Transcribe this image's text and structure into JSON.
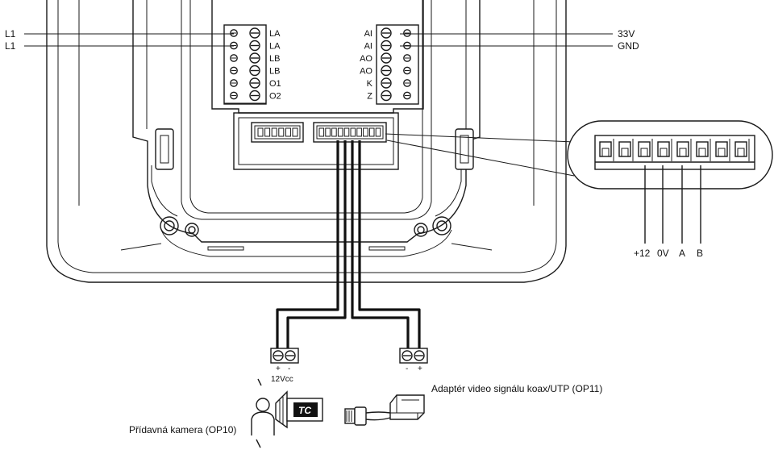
{
  "diagram": {
    "left_block": {
      "wires": [
        "L1",
        "L1"
      ],
      "terminals": [
        "LA",
        "LA",
        "LB",
        "LB",
        "O1",
        "O2"
      ]
    },
    "right_block": {
      "terminals": [
        "AI",
        "AI",
        "AO",
        "AO",
        "K",
        "Z"
      ],
      "wires": [
        "33V",
        "GND"
      ]
    },
    "connector_pins": [
      "+12",
      "0V",
      "A",
      "B"
    ],
    "power_terminal": {
      "marks": [
        "+",
        "-"
      ],
      "label": "12Vcc"
    },
    "video_terminal": {
      "marks": [
        "-",
        "+"
      ]
    },
    "camera_label": "Přídavná kamera (OP10)",
    "camera_logo": "TC",
    "adapter_label": "Adaptér video signálu koax/UTP (OP11)"
  }
}
